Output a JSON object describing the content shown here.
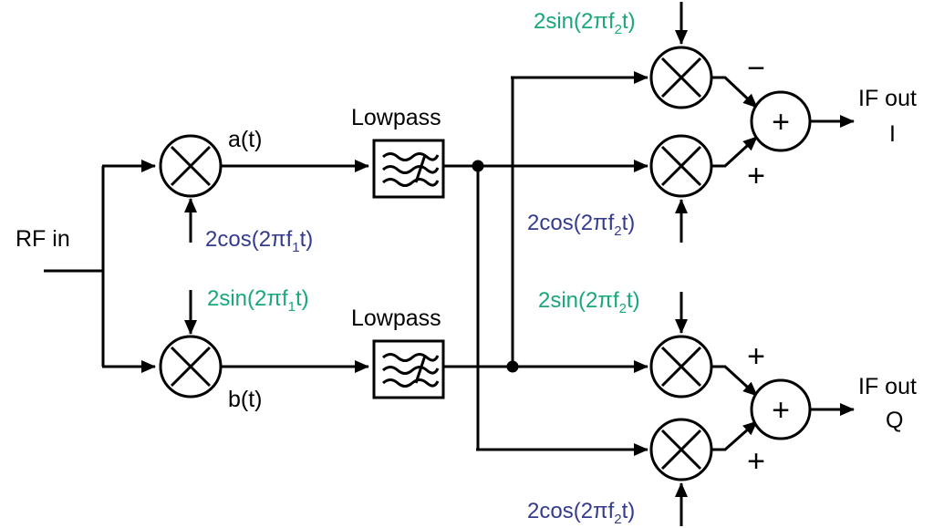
{
  "colors": {
    "line": "#000000",
    "sin_label": "#19a77b",
    "cos_label": "#343b8f"
  },
  "labels": {
    "rf_in": "RF in",
    "a_t": "a(t)",
    "b_t": "b(t)",
    "lowpass_top": "Lowpass",
    "lowpass_bottom": "Lowpass",
    "if_out_i_line1": "IF out",
    "if_out_i_line2": "I",
    "if_out_q_line1": "IF out",
    "if_out_q_line2": "Q"
  },
  "lo_signals": {
    "cos_f1": {
      "pre": "2cos(2",
      "pi": "π",
      "f": "f",
      "sub": "1",
      "post": "t)"
    },
    "sin_f1": {
      "pre": "2sin(2",
      "pi": "π",
      "f": "f",
      "sub": "1",
      "post": "t)"
    },
    "sin_f2_top": {
      "pre": "2sin(2",
      "pi": "π",
      "f": "f",
      "sub": "2",
      "post": "t)"
    },
    "cos_f2_upper": {
      "pre": "2cos(2",
      "pi": "π",
      "f": "f",
      "sub": "2",
      "post": "t)"
    },
    "sin_f2_lower": {
      "pre": "2sin(2",
      "pi": "π",
      "f": "f",
      "sub": "2",
      "post": "t)"
    },
    "cos_f2_bottom": {
      "pre": "2cos(2",
      "pi": "π",
      "f": "f",
      "sub": "2",
      "post": "t)"
    }
  },
  "summer_signs": {
    "i_top": "−",
    "i_bottom": "+",
    "q_top": "+",
    "q_bottom": "+"
  },
  "summer_symbol": "+"
}
